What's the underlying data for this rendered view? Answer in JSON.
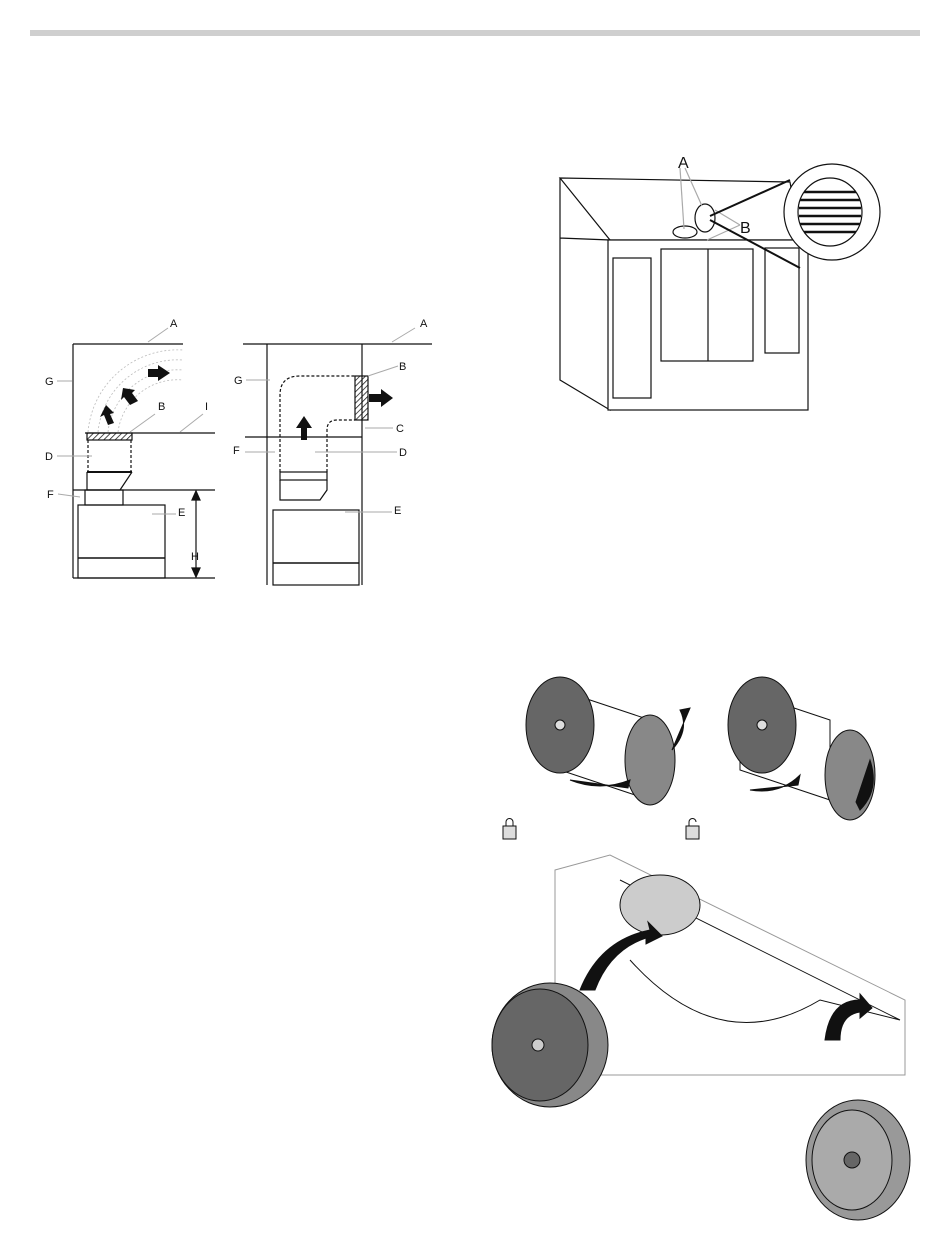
{
  "figure_ducting": {
    "left": {
      "A": "A",
      "G": "G",
      "B": "B",
      "I": "I",
      "D": "D",
      "F": "F",
      "E": "E",
      "H": "H"
    },
    "right": {
      "A": "A",
      "B": "B",
      "G": "G",
      "C": "C",
      "F": "F",
      "D": "D",
      "E": "E"
    }
  },
  "figure_cabinet": {
    "A": "A",
    "B": "B"
  },
  "figure_filters": {
    "lock_icon": "lock-closed",
    "unlock_icon": "lock-open"
  },
  "colors": {
    "rule": "#cfcfcf",
    "filter": "#8a8a8a",
    "line": "#111111"
  }
}
